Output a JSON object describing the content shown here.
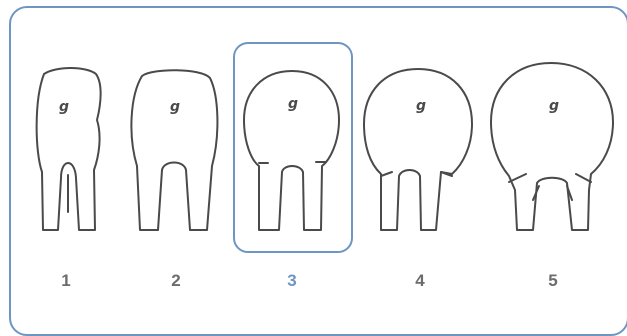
{
  "figures": [
    {
      "label": "1",
      "mark": "g",
      "selected": false
    },
    {
      "label": "2",
      "mark": "g",
      "selected": false
    },
    {
      "label": "3",
      "mark": "g",
      "selected": true
    },
    {
      "label": "4",
      "mark": "g",
      "selected": false
    },
    {
      "label": "5",
      "mark": "g",
      "selected": false
    }
  ],
  "colors": {
    "accent": "#6f95c2",
    "stroke": "#4a4a4a",
    "label": "#6c6c6c"
  }
}
